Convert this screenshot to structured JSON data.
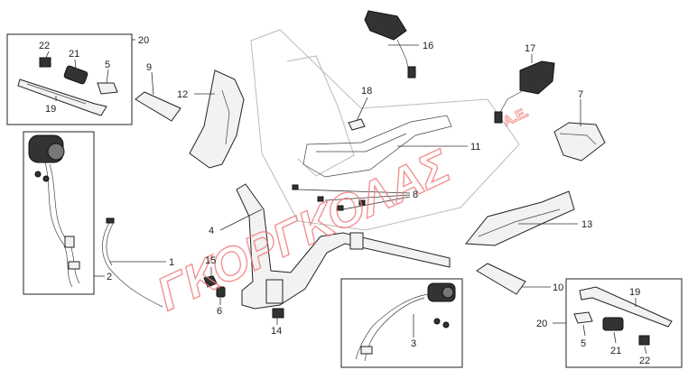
{
  "watermark": {
    "brand": "ΓΚΟΡΓΚΟΛΑΣ",
    "suffix": "A.E."
  },
  "callouts": {
    "c1": "1",
    "c2": "2",
    "c3": "3",
    "c4": "4",
    "c5a": "5",
    "c5b": "5",
    "c6": "6",
    "c7": "7",
    "c8": "8",
    "c9": "9",
    "c10": "10",
    "c11": "11",
    "c12": "12",
    "c13": "13",
    "c14": "14",
    "c15": "15",
    "c16": "16",
    "c17": "17",
    "c18": "18",
    "c19a": "19",
    "c19b": "19",
    "c20a": "20",
    "c20b": "20",
    "c21a": "21",
    "c21b": "21",
    "c22a": "22",
    "c22b": "22"
  }
}
